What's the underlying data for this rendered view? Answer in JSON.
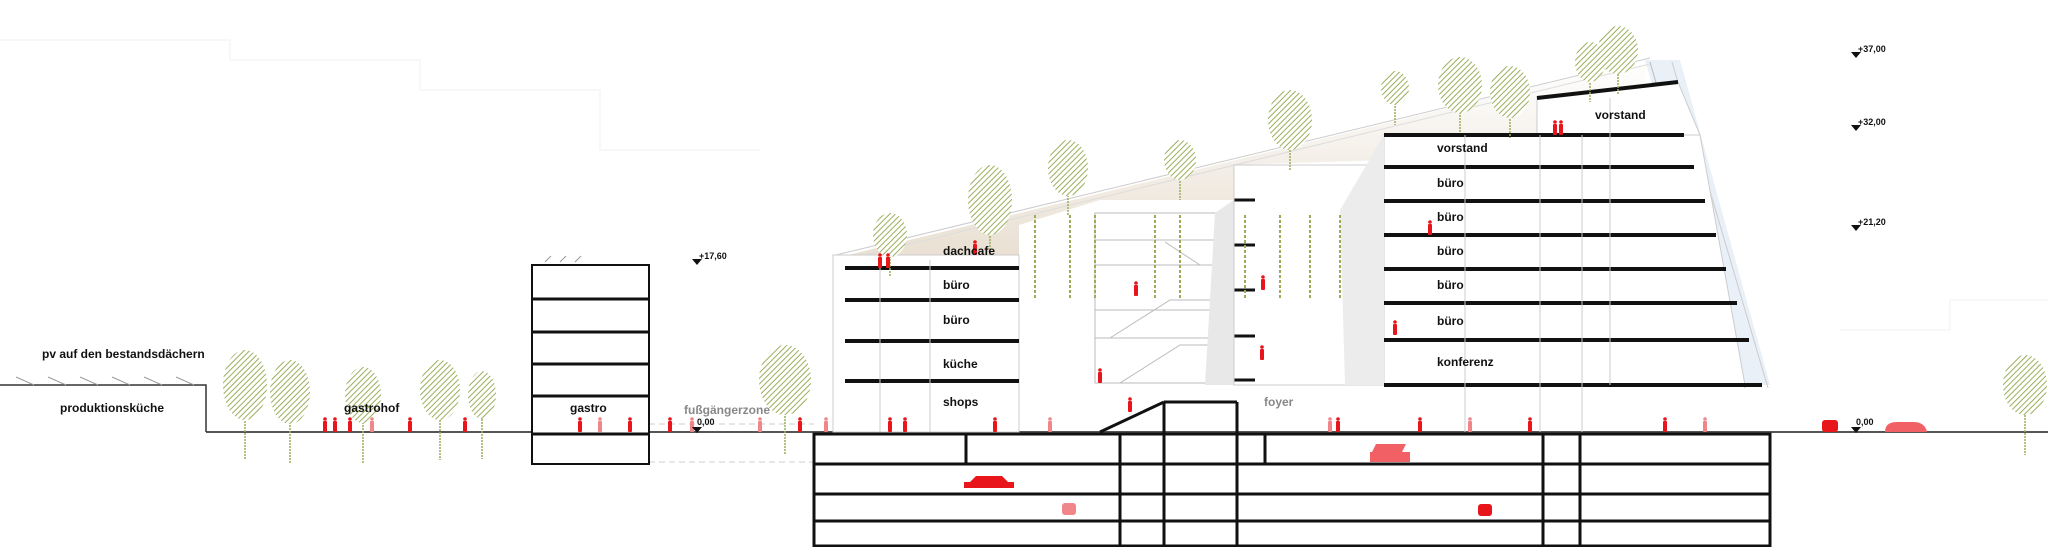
{
  "colors": {
    "people": "#e8161b",
    "people_light": "#f0868a",
    "tree": "#9aae5a",
    "slab": "#111111",
    "roof_glass": "#e6ddd0",
    "facade_glass": "#dbe6f2"
  },
  "labels": {
    "pv": "pv auf den bestandsdächern",
    "produktionskueche": "produktionsküche",
    "gastrohof": "gastrohof",
    "gastro": "gastro",
    "fussgaengerzone": "fußgängerzone",
    "dachcafe": "dachcafe",
    "west_buero_1": "büro",
    "west_buero_2": "büro",
    "kueche": "küche",
    "shops": "shops",
    "foyer": "foyer",
    "vorstand_top": "vorstand",
    "vorstand": "vorstand",
    "buero_1": "büro",
    "buero_2": "büro",
    "buero_3": "büro",
    "buero_4": "büro",
    "buero_5": "büro",
    "konferenz": "konferenz"
  },
  "levels": {
    "l37": "+37,00",
    "l32": "+32,00",
    "l21": "+21,20",
    "l17": "+17,60",
    "ground_left": "0,00",
    "ground_right": "0,00"
  }
}
